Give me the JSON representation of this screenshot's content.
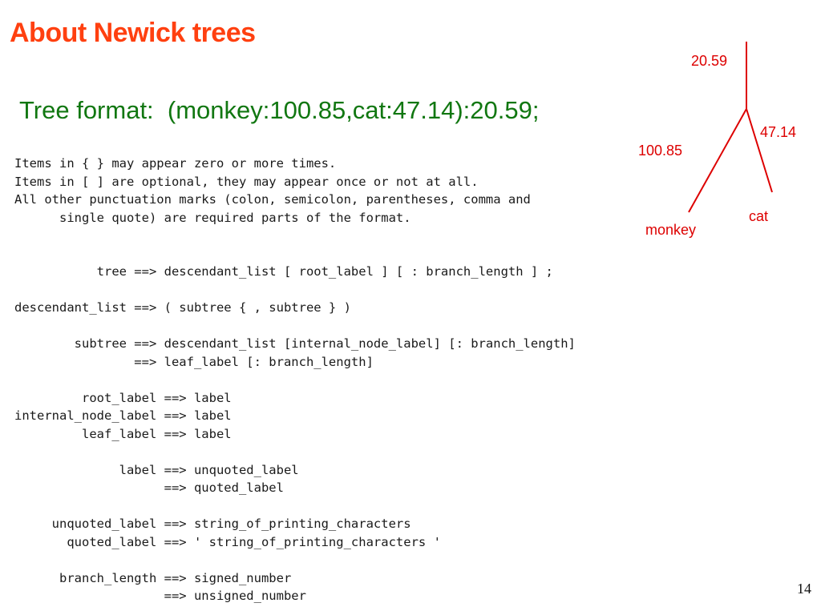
{
  "slide": {
    "title": "About Newick trees",
    "format_line": "Tree format:  (monkey:100.85,cat:47.14):20.59;",
    "page_number": "14"
  },
  "intro_lines": [
    "Items in { } may appear zero or more times.",
    "Items in [ ] are optional, they may appear once or not at all.",
    "All other punctuation marks (colon, semicolon, parentheses, comma and",
    "      single quote) are required parts of the format."
  ],
  "grammar_lines": [
    "           tree ==> descendant_list [ root_label ] [ : branch_length ] ;",
    "",
    "descendant_list ==> ( subtree { , subtree } )",
    "",
    "        subtree ==> descendant_list [internal_node_label] [: branch_length]",
    "                ==> leaf_label [: branch_length]",
    "",
    "         root_label ==> label",
    "internal_node_label ==> label",
    "         leaf_label ==> label",
    "",
    "              label ==> unquoted_label",
    "                    ==> quoted_label",
    "",
    "     unquoted_label ==> string_of_printing_characters",
    "       quoted_label ==> ' string_of_printing_characters '",
    "",
    "      branch_length ==> signed_number",
    "                    ==> unsigned_number"
  ],
  "tree_diagram": {
    "color": "#dd0000",
    "root_branch_label": "20.59",
    "left_branch_label": "100.85",
    "right_branch_label": "47.14",
    "left_leaf": "monkey",
    "right_leaf": "cat"
  }
}
